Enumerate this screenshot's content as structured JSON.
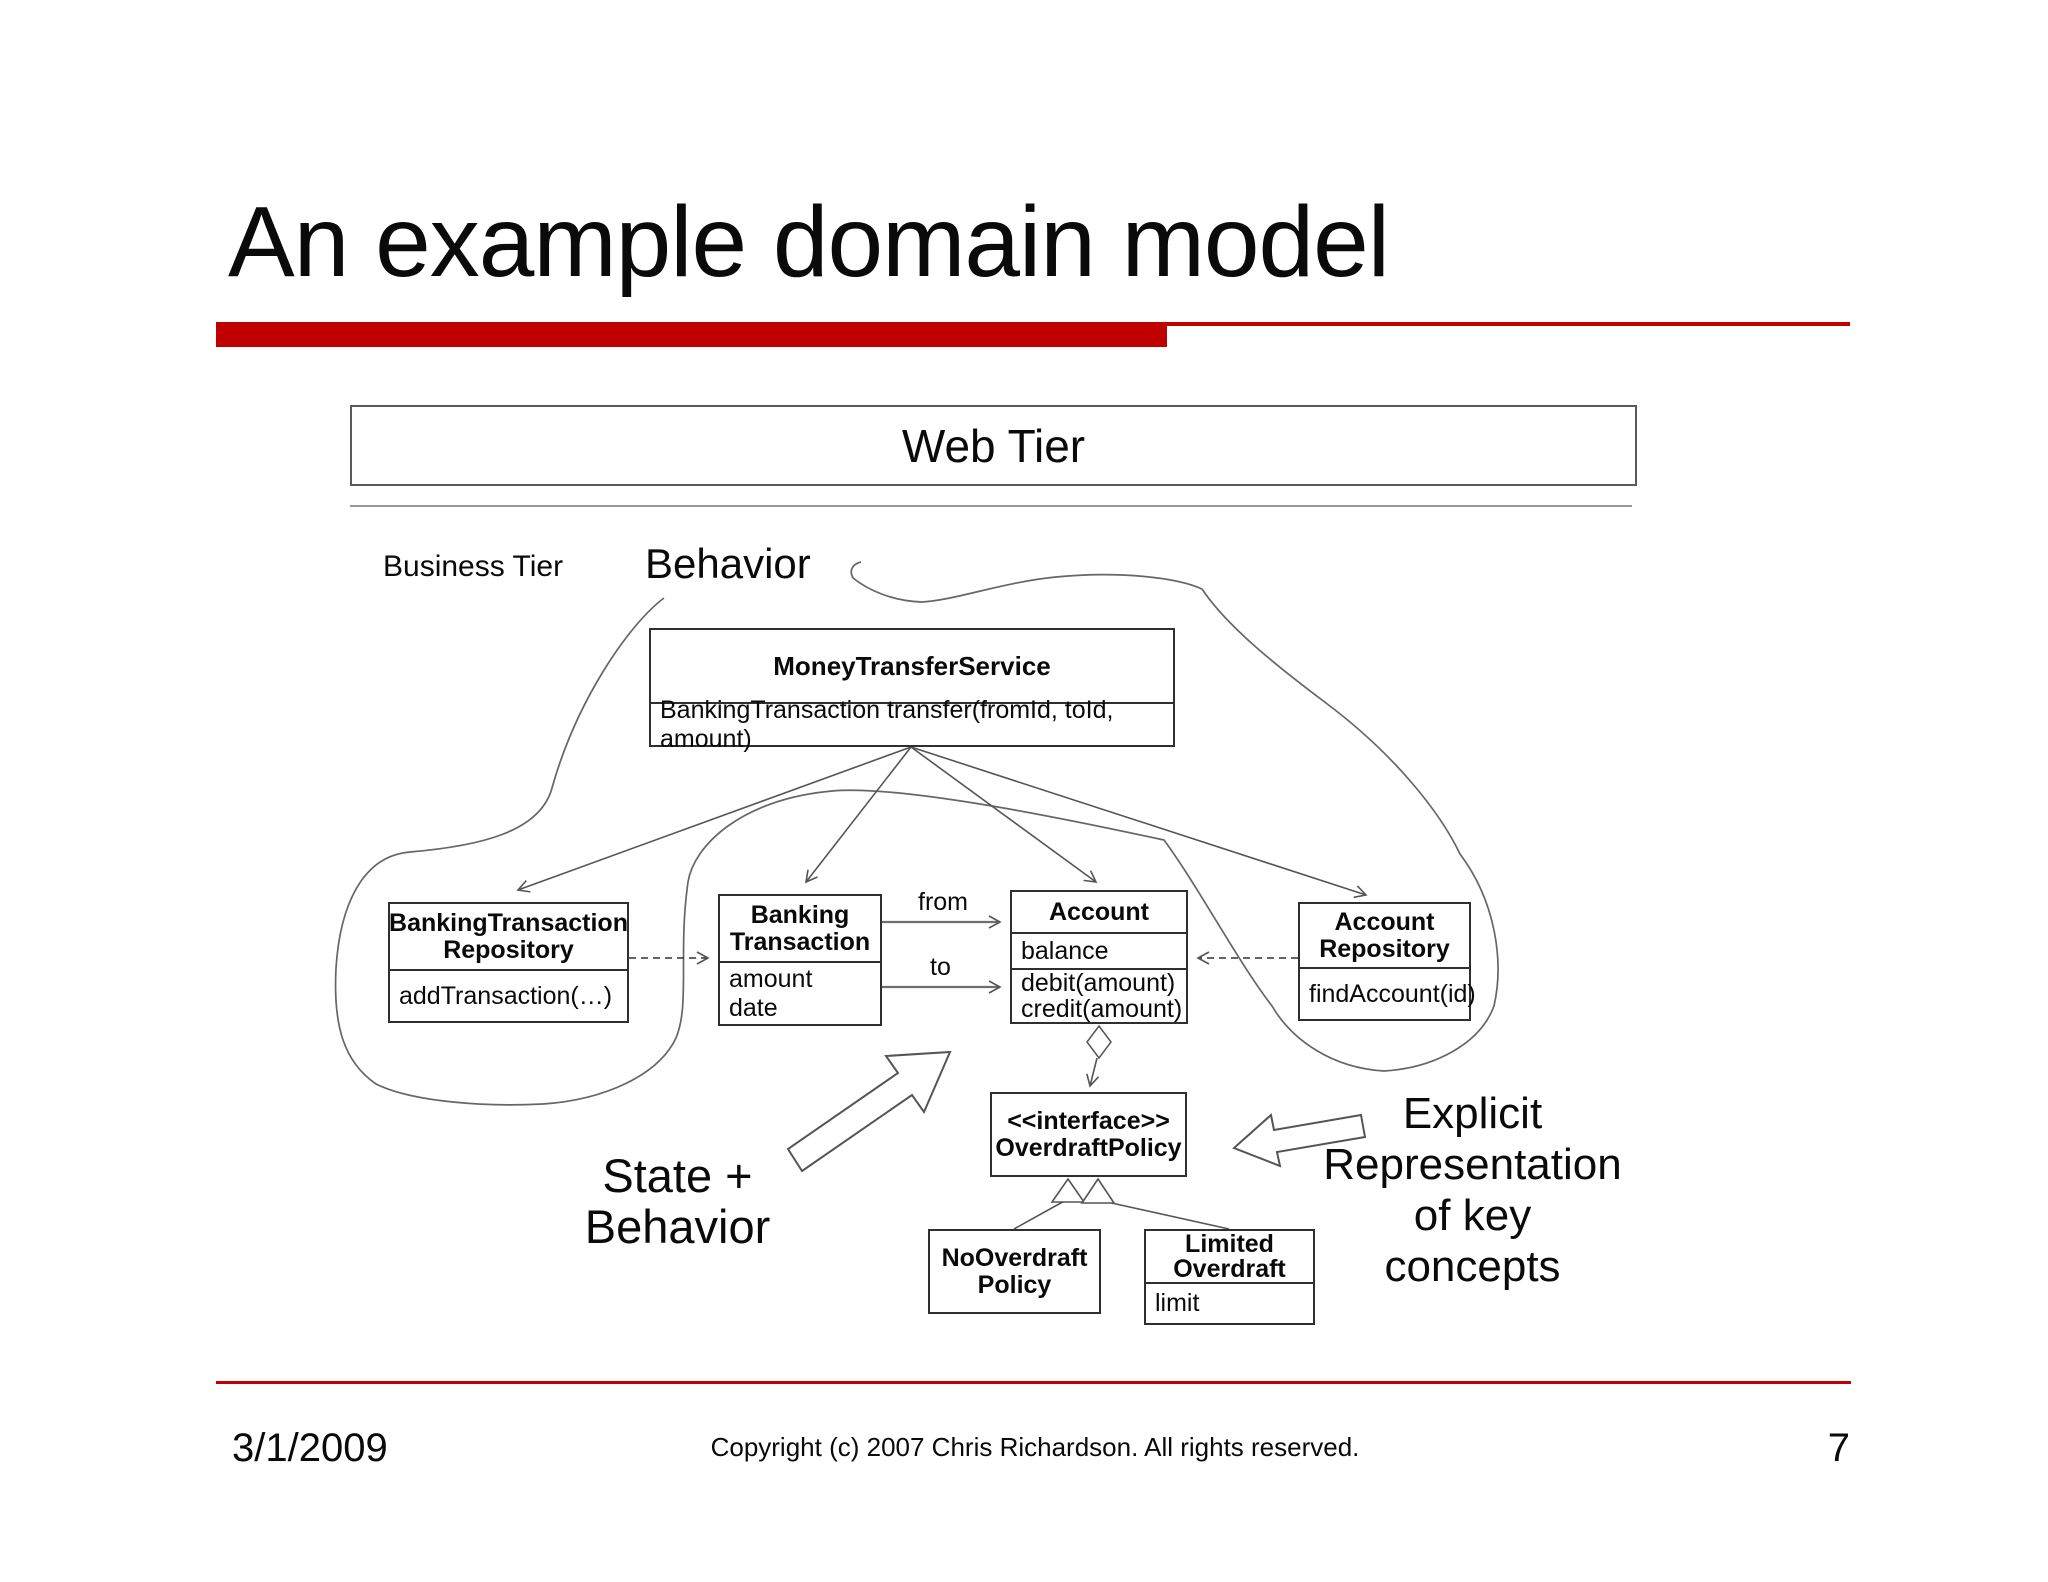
{
  "slide": {
    "title": "An example domain model",
    "accent_color": "#c00000",
    "web_tier_label": "Web Tier",
    "business_tier_label": "Business Tier",
    "behavior_label": "Behavior"
  },
  "diagram": {
    "classes": {
      "money_transfer_service": {
        "title": "MoneyTransferService",
        "operation": "BankingTransaction transfer(fromId, toId, amount)"
      },
      "banking_transaction_repository": {
        "title_line1": "BankingTransaction",
        "title_line2": "Repository",
        "operation": "addTransaction(…)"
      },
      "banking_transaction": {
        "title_line1": "Banking",
        "title_line2": "Transaction",
        "attr1": "amount",
        "attr2": "date"
      },
      "account": {
        "title": "Account",
        "attribute": "balance",
        "op1": "debit(amount)",
        "op2": "credit(amount)"
      },
      "account_repository": {
        "title_line1": "Account",
        "title_line2": "Repository",
        "operation": "findAccount(id)"
      },
      "overdraft_policy": {
        "stereotype": "<<interface>>",
        "title": "OverdraftPolicy"
      },
      "no_overdraft_policy": {
        "title_line1": "NoOverdraft",
        "title_line2": "Policy"
      },
      "limited_overdraft": {
        "title_line1": "Limited",
        "title_line2": "Overdraft",
        "attribute": "limit"
      }
    },
    "labels": {
      "from": "from",
      "to": "to"
    },
    "annotations": {
      "state_behavior_line1": "State +",
      "state_behavior_line2": "Behavior",
      "explicit_line1": "Explicit",
      "explicit_line2": "Representation",
      "explicit_line3": "of key",
      "explicit_line4": "concepts"
    }
  },
  "footer": {
    "date": "3/1/2009",
    "copyright": "Copyright (c)  2007 Chris Richardson. All rights reserved.",
    "page_number": "7"
  }
}
